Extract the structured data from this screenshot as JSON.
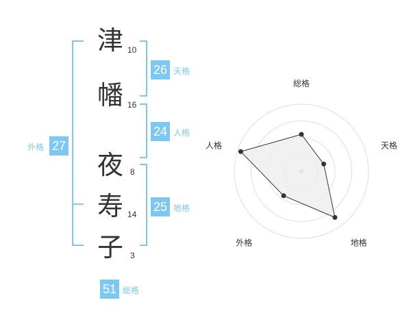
{
  "name": {
    "chars": [
      {
        "char": "津",
        "strokes": "10"
      },
      {
        "char": "幡",
        "strokes": "16"
      },
      {
        "char": "夜",
        "strokes": "8"
      },
      {
        "char": "寿",
        "strokes": "14"
      },
      {
        "char": "子",
        "strokes": "3"
      }
    ]
  },
  "fortunes": {
    "tenkaku": {
      "value": "26",
      "label": "天格"
    },
    "jinkaku": {
      "value": "24",
      "label": "人格"
    },
    "chikaku": {
      "value": "25",
      "label": "地格"
    },
    "gaikaku": {
      "value": "27",
      "label": "外格"
    },
    "soukaku": {
      "value": "51",
      "label": "総格"
    }
  },
  "bracket_color": "#7cc8f0",
  "chart_data": {
    "type": "radar",
    "axes": [
      "総格",
      "天格",
      "地格",
      "外格",
      "人格"
    ],
    "values": [
      0.55,
      0.35,
      0.85,
      0.45,
      0.95
    ],
    "rings": 4,
    "fill_color": "#eeeeee",
    "line_color": "#333333"
  }
}
